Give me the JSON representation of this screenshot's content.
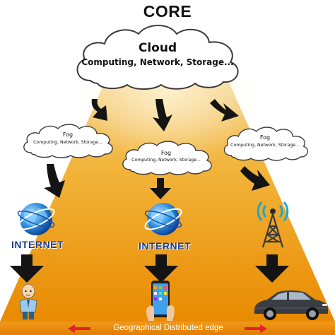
{
  "title": "CORE",
  "cloud": {
    "name": "Cloud",
    "services": "Computing, Network, Storage..."
  },
  "fogs": [
    {
      "name": "Fog",
      "services": "Computing, Network, Storage..."
    },
    {
      "name": "Fog",
      "services": "Computing, Network, Storage..."
    },
    {
      "name": "Fog",
      "services": "Computing, Network, Storage..."
    }
  ],
  "access": [
    {
      "type": "internet-globe",
      "label": "INTERNET"
    },
    {
      "type": "internet-globe",
      "label": "INTERNET"
    },
    {
      "type": "cell-tower",
      "label": ""
    }
  ],
  "devices": [
    {
      "type": "person-icon"
    },
    {
      "type": "smartphone-icon"
    },
    {
      "type": "car-icon"
    }
  ],
  "edge_label": "Geographical Distributed edge",
  "colors": {
    "gradient_top": "#f2c87a",
    "gradient_mid": "#f0a21b",
    "gradient_bottom": "#e88b00",
    "arrow": "#141414",
    "edge_bar": "#ea8a10",
    "edge_arrow": "#e02424",
    "internet_text": "#1a3d8f"
  }
}
